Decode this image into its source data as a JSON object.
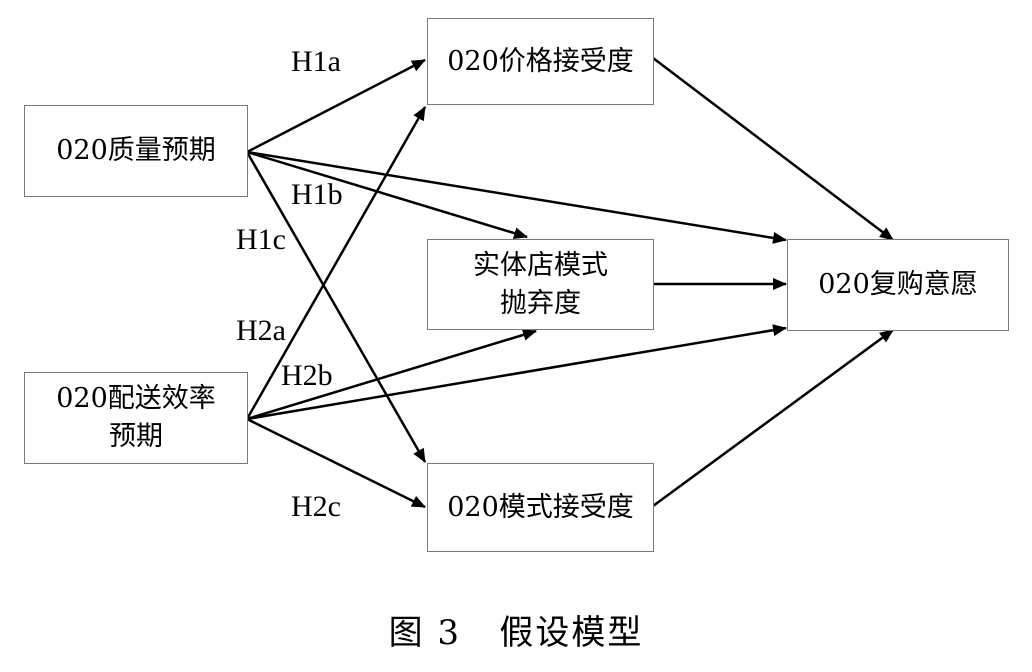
{
  "nodes": {
    "quality": {
      "lines": [
        "020质量预期"
      ]
    },
    "delivery": {
      "lines": [
        "020配送效率",
        "预期"
      ]
    },
    "price": {
      "lines": [
        "020价格接受度"
      ]
    },
    "abandon": {
      "lines": [
        "实体店模式",
        "抛弃度"
      ]
    },
    "mode": {
      "lines": [
        "020模式接受度"
      ]
    },
    "repurchase": {
      "lines": [
        "020复购意愿"
      ]
    }
  },
  "hypotheses": {
    "h1a": "H1a",
    "h1b": "H1b",
    "h1c": "H1c",
    "h2a": "H2a",
    "h2b": "H2b",
    "h2c": "H2c"
  },
  "edges": [
    [
      "quality",
      "price"
    ],
    [
      "quality",
      "abandon"
    ],
    [
      "quality",
      "mode"
    ],
    [
      "quality",
      "repurchase"
    ],
    [
      "delivery",
      "price"
    ],
    [
      "delivery",
      "abandon"
    ],
    [
      "delivery",
      "mode"
    ],
    [
      "delivery",
      "repurchase"
    ],
    [
      "price",
      "repurchase"
    ],
    [
      "abandon",
      "repurchase"
    ],
    [
      "mode",
      "repurchase"
    ]
  ],
  "caption": "图 3   假设模型"
}
